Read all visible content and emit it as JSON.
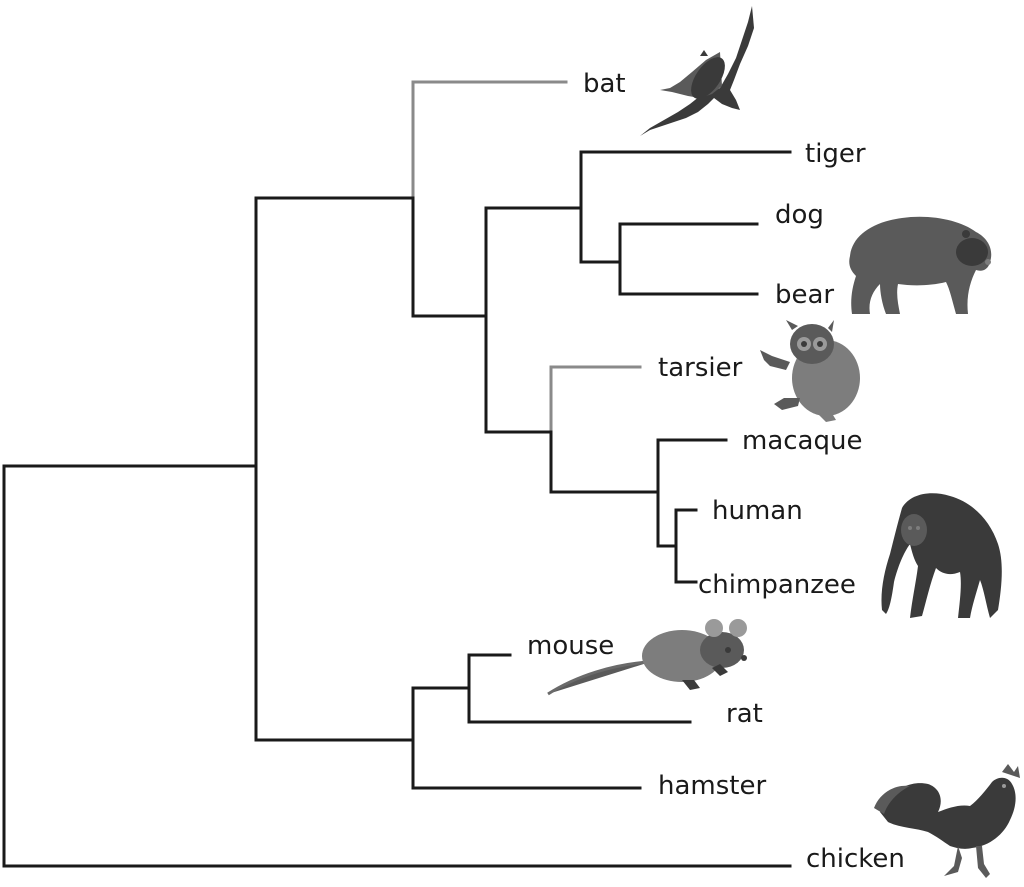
{
  "tree": {
    "leaves": [
      {
        "id": "bat",
        "label": "bat"
      },
      {
        "id": "tiger",
        "label": "tiger"
      },
      {
        "id": "dog",
        "label": "dog"
      },
      {
        "id": "bear",
        "label": "bear"
      },
      {
        "id": "tarsier",
        "label": "tarsier"
      },
      {
        "id": "macaque",
        "label": "macaque"
      },
      {
        "id": "human",
        "label": "human"
      },
      {
        "id": "chimpanzee",
        "label": "chimpanzee"
      },
      {
        "id": "mouse",
        "label": "mouse"
      },
      {
        "id": "rat",
        "label": "rat"
      },
      {
        "id": "hamster",
        "label": "hamster"
      },
      {
        "id": "chicken",
        "label": "chicken"
      }
    ],
    "highlighted_lineages": [
      "bat",
      "tarsier"
    ],
    "branch_color": "#1a1a1a",
    "highlight_color": "#8a8a8a",
    "illustrated_taxa": [
      {
        "taxon": "bat",
        "icon": "bat-icon"
      },
      {
        "taxon": "bear",
        "icon": "bear-icon"
      },
      {
        "taxon": "tarsier",
        "icon": "tarsier-icon"
      },
      {
        "taxon": "chimpanzee",
        "icon": "chimpanzee-icon"
      },
      {
        "taxon": "mouse",
        "icon": "mouse-icon"
      },
      {
        "taxon": "chicken",
        "icon": "chicken-icon"
      }
    ]
  }
}
